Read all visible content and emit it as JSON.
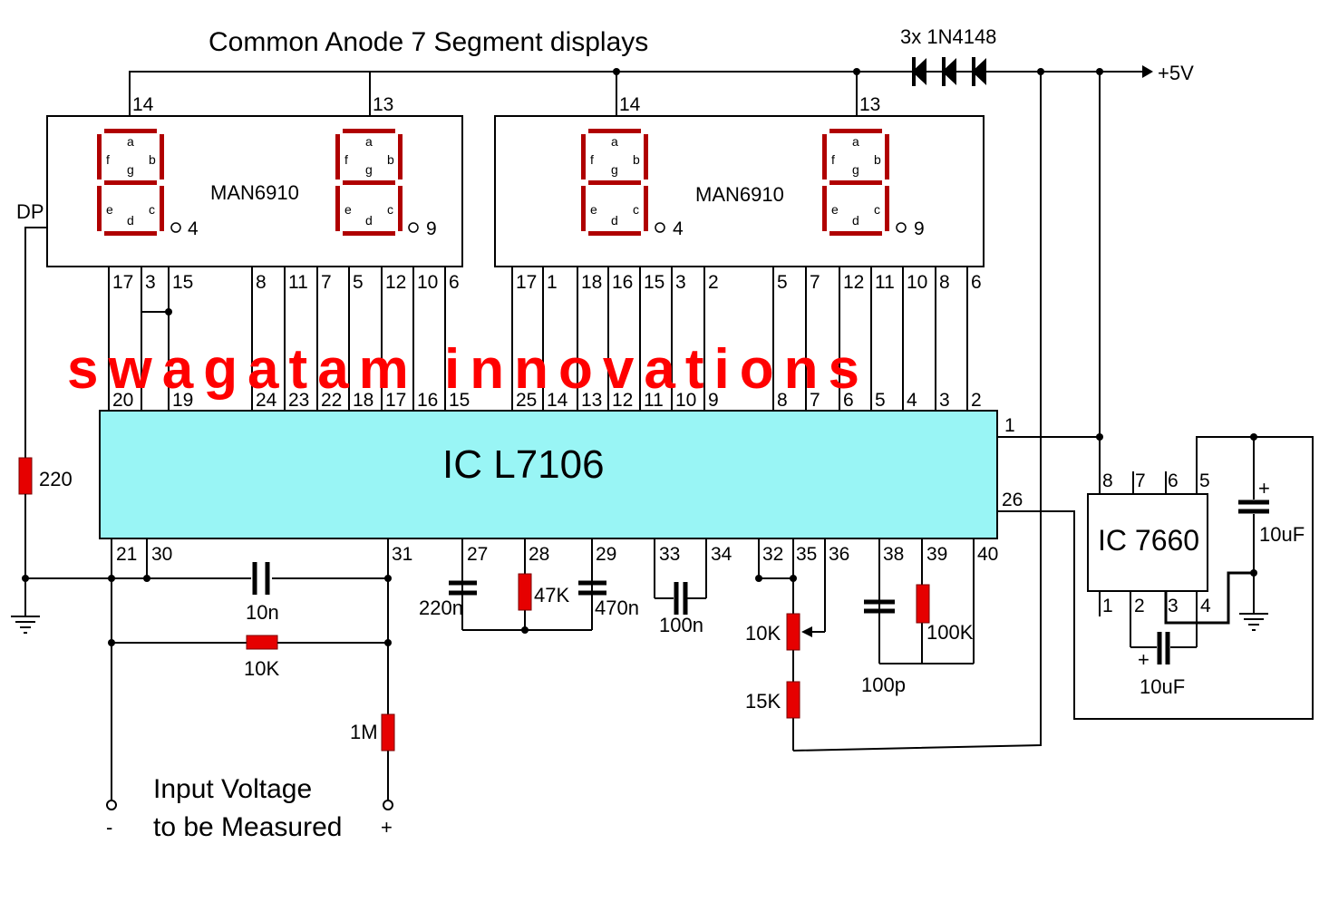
{
  "title": "Common Anode 7 Segment displays",
  "diodes_label": "3x 1N4148",
  "supply_label": "+5V",
  "watermark": "swagatam innovations",
  "dp_label": "DP",
  "displays": [
    {
      "part": "MAN6910",
      "common_pins": [
        "14",
        "13"
      ],
      "dp_pins": [
        "4",
        "9"
      ],
      "bottom_pins": [
        "17",
        "3",
        "15",
        "8",
        "11",
        "7",
        "5",
        "12",
        "10",
        "6"
      ]
    },
    {
      "part": "MAN6910",
      "common_pins": [
        "14",
        "13"
      ],
      "dp_pins": [
        "4",
        "9"
      ],
      "bottom_pins": [
        "17",
        "1",
        "18",
        "16",
        "15",
        "3",
        "2",
        "5",
        "7",
        "12",
        "11",
        "10",
        "8",
        "6"
      ]
    }
  ],
  "segment_letters": [
    "a",
    "b",
    "c",
    "d",
    "e",
    "f",
    "g"
  ],
  "ic_main": {
    "name": "IC L7106",
    "top_pins": [
      "20",
      "19",
      "24",
      "23",
      "22",
      "18",
      "17",
      "16",
      "15",
      "25",
      "14",
      "13",
      "12",
      "11",
      "10",
      "9",
      "8",
      "7",
      "6",
      "5",
      "4",
      "3",
      "2"
    ],
    "side_pins": [
      "1",
      "26"
    ],
    "bottom_pins": [
      "21",
      "30",
      "31",
      "27",
      "28",
      "29",
      "33",
      "34",
      "32",
      "35",
      "36",
      "38",
      "39",
      "40"
    ]
  },
  "ic_aux": {
    "name": "IC 7660",
    "top_pins": [
      "8",
      "7",
      "6",
      "5"
    ],
    "bottom_pins": [
      "1",
      "2",
      "3",
      "4"
    ]
  },
  "components": {
    "r220": "220",
    "c10n": "10n",
    "r10k": "10K",
    "r1m": "1M",
    "c220n": "220n",
    "r47k": "47K",
    "c470n": "470n",
    "c100n": "100n",
    "pot10k": "10K",
    "r15k": "15K",
    "c100p": "100p",
    "r100k": "100K",
    "c10uf_a": "10uF",
    "c10uf_b": "10uF",
    "plus_a": "+",
    "plus_b": "+"
  },
  "input": {
    "line1": "Input Voltage",
    "line2": "to be Measured",
    "minus": "-",
    "plus": "+"
  },
  "colors": {
    "ic_fill": "#99f5f5",
    "resistor": "#e60000",
    "segment": "#b00000",
    "watermark": "#ff0000"
  }
}
